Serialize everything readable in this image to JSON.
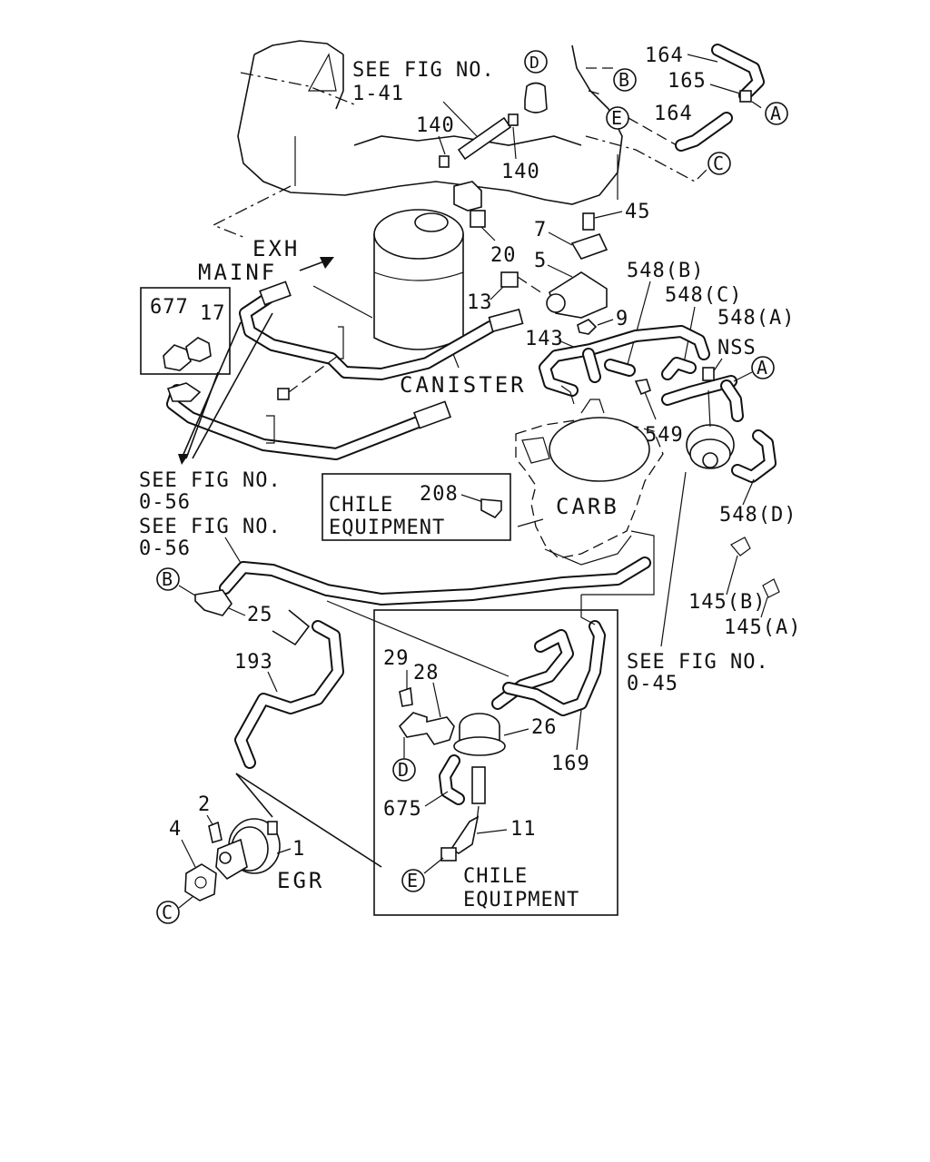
{
  "references": {
    "fig_1_41_a": "SEE FIG NO.",
    "fig_1_41_b": "1-41",
    "fig_0_56_1a": "SEE FIG NO.",
    "fig_0_56_1b": "0-56",
    "fig_0_56_2a": "SEE FIG NO.",
    "fig_0_56_2b": "0-56",
    "fig_0_45_a": "SEE FIG NO.",
    "fig_0_45_b": "0-45"
  },
  "components": {
    "exh": "EXH",
    "mainf": "MAINF",
    "canister": "CANISTER",
    "carb": "CARB",
    "nss": "NSS",
    "egr": "EGR",
    "chile_1a": "CHILE",
    "chile_1b": "EQUIPMENT",
    "chile_2a": "CHILE",
    "chile_2b": "EQUIPMENT"
  },
  "parts": {
    "p164a": "164",
    "p165": "165",
    "p164b": "164",
    "p140a": "140",
    "p140b": "140",
    "p45": "45",
    "p7": "7",
    "p20": "20",
    "p5": "5",
    "p13": "13",
    "p9": "9",
    "p548b": "548(B)",
    "p548c": "548(C)",
    "p548a": "548(A)",
    "p143": "143",
    "p549": "549",
    "p677": "677",
    "p17": "17",
    "p208": "208",
    "p548d": "548(D)",
    "p25": "25",
    "p145b": "145(B)",
    "p145a": "145(A)",
    "p193": "193",
    "p29": "29",
    "p28": "28",
    "p26": "26",
    "p169": "169",
    "p675": "675",
    "p11": "11",
    "p2": "2",
    "p4": "4",
    "p1": "1"
  },
  "connectors": {
    "A": "A",
    "B": "B",
    "C": "C",
    "D": "D",
    "E": "E"
  }
}
